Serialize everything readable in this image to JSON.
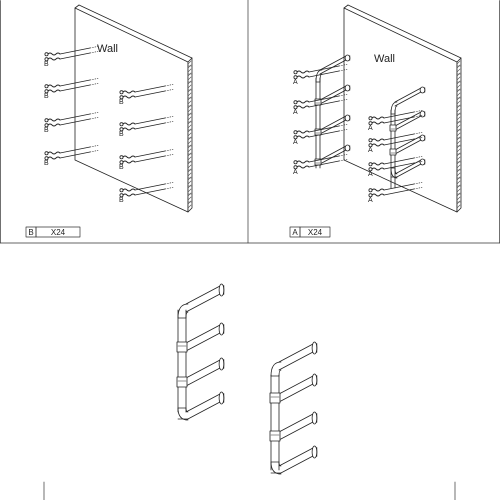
{
  "panel_left": {
    "wall_label": "Wall",
    "part_letter": "B",
    "legend": {
      "part": "B",
      "qty": "X24"
    }
  },
  "panel_right": {
    "wall_label": "Wall",
    "part_letter": "A",
    "legend": {
      "part": "A",
      "qty": "X24"
    }
  },
  "colors": {
    "line": "#222222",
    "hatch": "#555555",
    "background": "#ffffff"
  }
}
